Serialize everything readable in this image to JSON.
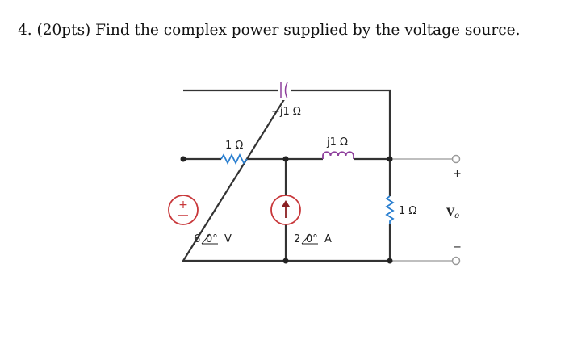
{
  "question": "4.  (20pts) Find the complex power supplied by the voltage source.",
  "circuit": {
    "capacitor_label": "−j1 Ω",
    "resistor_top_label": "1 Ω",
    "inductor_label": "j1 Ω",
    "resistor_load_label": "1 Ω",
    "voltage_source_magnitude": "6",
    "voltage_source_angle": "0°",
    "voltage_source_unit": "V",
    "current_source_magnitude": "2",
    "current_source_angle": "0°",
    "current_source_unit": "A",
    "output_label": "V",
    "output_subscript": "o",
    "plus": "+",
    "minus": "−",
    "colors": {
      "wire": "#333333",
      "source": "#c8373a",
      "resistor": "#2a7fd0",
      "inductor": "#8e3f9c",
      "capacitor": "#8e3f9c",
      "terminal_wire": "#aaaaaa"
    }
  }
}
